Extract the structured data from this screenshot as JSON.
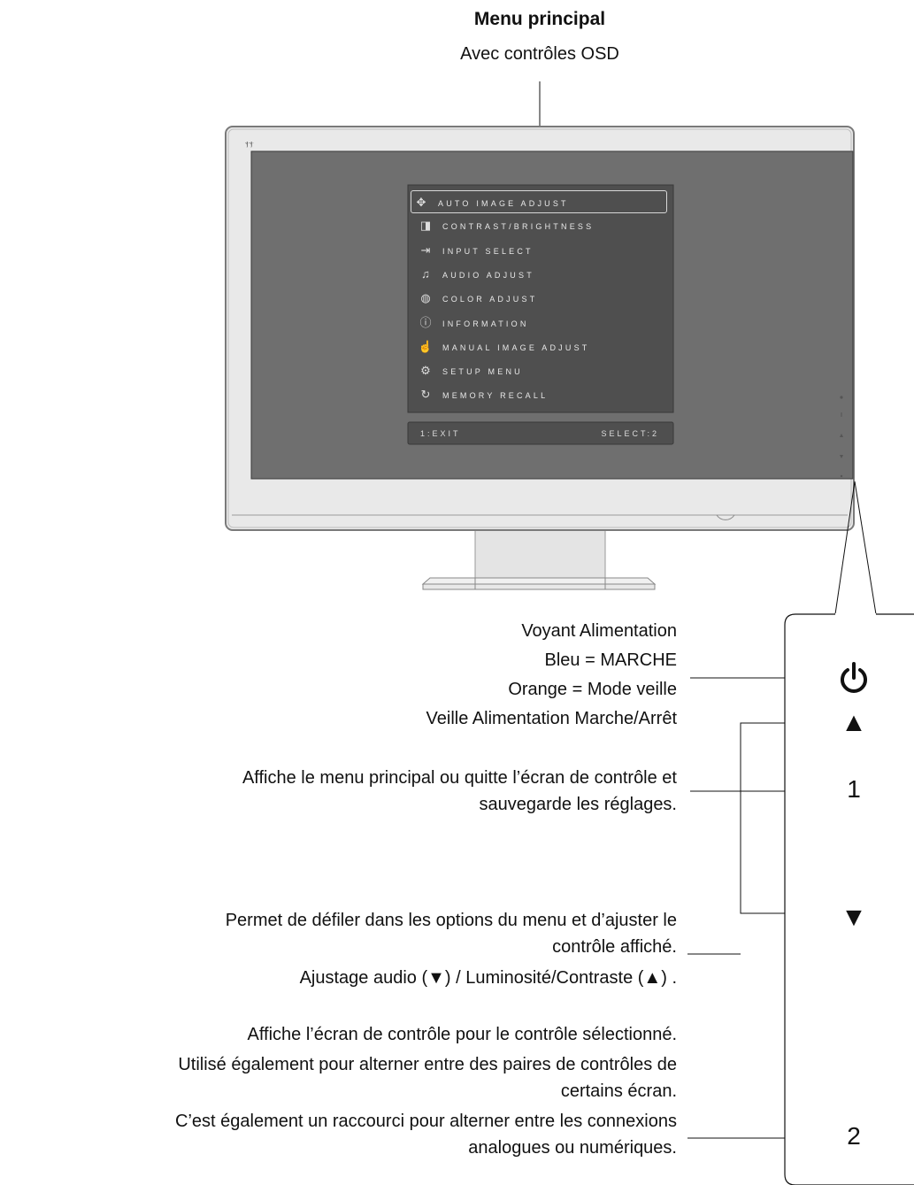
{
  "header": {
    "title": "Menu principal",
    "subtitle": "Avec contrôles OSD"
  },
  "osd": {
    "items": [
      {
        "label": "AUTO IMAGE ADJUST",
        "icon": "auto-adjust-icon",
        "selected": true
      },
      {
        "label": "CONTRAST/BRIGHTNESS",
        "icon": "contrast-icon",
        "selected": false
      },
      {
        "label": "INPUT SELECT",
        "icon": "input-icon",
        "selected": false
      },
      {
        "label": "AUDIO ADJUST",
        "icon": "audio-icon",
        "selected": false
      },
      {
        "label": "COLOR ADJUST",
        "icon": "color-palette-icon",
        "selected": false
      },
      {
        "label": "INFORMATION",
        "icon": "info-icon",
        "selected": false
      },
      {
        "label": "MANUAL IMAGE ADJUST",
        "icon": "manual-adjust-icon",
        "selected": false
      },
      {
        "label": "SETUP MENU",
        "icon": "setup-gear-icon",
        "selected": false
      },
      {
        "label": "MEMORY RECALL",
        "icon": "memory-recall-icon",
        "selected": false
      }
    ],
    "footer_left": "1:EXIT",
    "footer_right": "SELECT:2"
  },
  "descriptions": {
    "power": {
      "line1": "Voyant Alimentation",
      "line2": "Bleu = MARCHE",
      "line3": "Orange = Mode veille",
      "line4": "Veille Alimentation Marche/Arrêt"
    },
    "button1": {
      "line1": "Affiche le menu principal ou quitte l’écran de contrôle et",
      "line2": "sauvegarde les réglages."
    },
    "arrows": {
      "line1": "Permet de défiler dans les options du menu et d’ajuster le",
      "line2": "contrôle affiché.",
      "line3": "Ajustage audio (▼) / Luminosité/Contraste  (▲) ."
    },
    "button2": {
      "line1": "Affiche l’écran de contrôle pour le contrôle sélectionné.",
      "line2": "Utilisé également pour alterner entre des paires de contrôles de",
      "line3": "certains écran.",
      "line4": "C’est également un raccourci pour alterner entre les connexions",
      "line5": "analogues ou numériques."
    }
  },
  "controls": {
    "power_symbol": "⏻",
    "button1": "1",
    "up": "▲",
    "down": "▼",
    "button2": "2"
  },
  "colors": {
    "bezel": "#e6e6e6",
    "screen": "#6f6f6f",
    "osd_bg": "#4f4f4f"
  }
}
